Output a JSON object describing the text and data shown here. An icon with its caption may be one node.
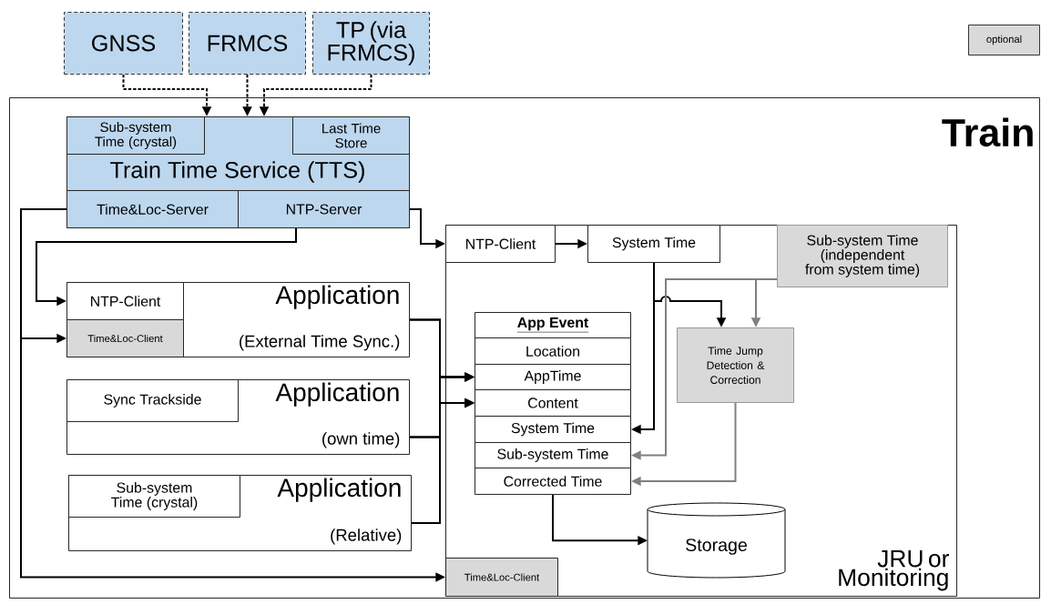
{
  "diagram": {
    "nodes": [
      {
        "text": [
          "GNSS"
        ]
      },
      {
        "text": [
          "FRMCS"
        ]
      },
      {
        "text": [
          "TP (via FRMCS)"
        ]
      },
      {
        "text": [
          "Train"
        ]
      },
      {
        "text": [
          "Train Time Service (TTS)"
        ],
        "in": 3
      },
      {
        "text": [
          "Sub-system Time (crystal)"
        ],
        "in": 4
      },
      {
        "text": [
          "Last Time Store"
        ],
        "in": 4
      },
      {
        "text": [
          "Time&Loc-Server"
        ],
        "in": 4
      },
      {
        "text": [
          "NTP-Server"
        ],
        "in": 4
      },
      {
        "text": [
          "Application",
          "(External Time Sync.)"
        ],
        "in": 3
      },
      {
        "text": [
          "NTP-Client"
        ],
        "in": 9
      },
      {
        "text": [
          "Time&Loc-Client"
        ],
        "in": 9
      },
      {
        "text": [
          "Application",
          "(own time)"
        ],
        "in": 3
      },
      {
        "text": [
          "Sync Trackside"
        ],
        "in": 12
      },
      {
        "text": [
          "Application",
          "(Relative)"
        ],
        "in": 3
      },
      {
        "text": [
          "Sub-system Time (crystal)"
        ],
        "in": 14
      },
      {
        "text": [
          "JRU or Monitoring"
        ],
        "in": 3
      },
      {
        "text": [
          "NTP-Client"
        ],
        "in": 16
      },
      {
        "text": [
          "System Time"
        ],
        "in": 16
      },
      {
        "text": [
          "Sub-system Time (independent from system time)"
        ],
        "in": 16
      },
      {
        "text": [
          "App Event"
        ],
        "in": 16
      },
      {
        "text": [
          "Location"
        ],
        "in": 16
      },
      {
        "text": [
          "AppTime"
        ],
        "in": 16
      },
      {
        "text": [
          "Content"
        ],
        "in": 16
      },
      {
        "text": [
          "System Time"
        ],
        "in": 16
      },
      {
        "text": [
          "Sub-system Time"
        ],
        "in": 16
      },
      {
        "text": [
          "Corrected Time"
        ],
        "in": 16
      },
      {
        "text": [
          "Time Jump Detection & Correction"
        ],
        "in": 16
      },
      {
        "text": [
          "Storage"
        ],
        "in": 16
      },
      {
        "text": [
          "Time&Loc-Client"
        ],
        "in": 16
      }
    ],
    "edges": [
      {
        "from": 0,
        "to": 4,
        "arrow": "to",
        "style": "dashed"
      },
      {
        "from": 1,
        "to": 4,
        "arrow": "to",
        "style": "dashed"
      },
      {
        "from": 2,
        "to": 4,
        "arrow": "to",
        "style": "dashed"
      },
      {
        "from": 8,
        "to": 17,
        "arrow": "to"
      },
      {
        "from": 8,
        "to": 10,
        "arrow": "to"
      },
      {
        "from": 7,
        "to": 11,
        "arrow": "to"
      },
      {
        "from": 7,
        "to": 29,
        "arrow": "to"
      },
      {
        "from": 17,
        "to": 18,
        "arrow": "to"
      },
      {
        "from": 18,
        "to": 24,
        "arrow": "to"
      },
      {
        "from": 18,
        "to": 27,
        "arrow": "to"
      },
      {
        "from": 19,
        "to": 25,
        "arrow": "to",
        "color": "#808080"
      },
      {
        "from": 19,
        "to": 27,
        "arrow": "to",
        "color": "#808080"
      },
      {
        "from": 27,
        "to": 26,
        "arrow": "to",
        "color": "#808080"
      },
      {
        "from": 9,
        "to": 22,
        "arrow": "to"
      },
      {
        "from": 9,
        "to": 23,
        "arrow": "to"
      },
      {
        "from": 12,
        "to": 22,
        "arrow": "to"
      },
      {
        "from": 12,
        "to": 23,
        "arrow": "to"
      },
      {
        "from": 14,
        "to": 22,
        "arrow": "to"
      },
      {
        "from": 14,
        "to": 23,
        "arrow": "to"
      },
      {
        "from": 26,
        "to": 28,
        "arrow": "to"
      }
    ],
    "legend": [
      {
        "text": "optional",
        "color": "#d9d9d9"
      }
    ]
  }
}
